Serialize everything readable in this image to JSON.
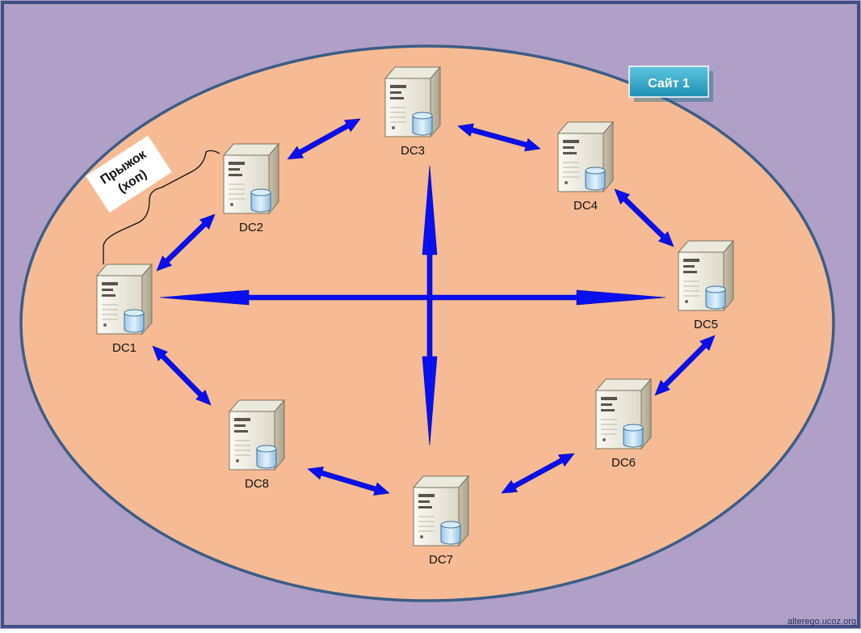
{
  "site_label": "Сайт 1",
  "hop_label_line1": "Прыжок",
  "hop_label_line2": "(хоп)",
  "watermark": "alterego.ucoz.org",
  "nodes": [
    {
      "id": "dc1",
      "label": "DC1"
    },
    {
      "id": "dc2",
      "label": "DC2"
    },
    {
      "id": "dc3",
      "label": "DC3"
    },
    {
      "id": "dc4",
      "label": "DC4"
    },
    {
      "id": "dc5",
      "label": "DC5"
    },
    {
      "id": "dc6",
      "label": "DC6"
    },
    {
      "id": "dc7",
      "label": "DC7"
    },
    {
      "id": "dc8",
      "label": "DC8"
    }
  ],
  "links": [
    {
      "from": "dc1",
      "to": "dc2"
    },
    {
      "from": "dc2",
      "to": "dc3"
    },
    {
      "from": "dc3",
      "to": "dc4"
    },
    {
      "from": "dc4",
      "to": "dc5"
    },
    {
      "from": "dc5",
      "to": "dc6"
    },
    {
      "from": "dc6",
      "to": "dc7"
    },
    {
      "from": "dc7",
      "to": "dc8"
    },
    {
      "from": "dc8",
      "to": "dc1"
    },
    {
      "from": "dc1",
      "to": "dc5"
    },
    {
      "from": "dc3",
      "to": "dc7"
    }
  ],
  "colors": {
    "background": "#b09fc6",
    "frame": "#3f4f86",
    "site_fill": "#f6bb95",
    "site_border": "#3b5d87",
    "arrow": "#0a0ff0",
    "site_badge": "#2fa5c5"
  }
}
